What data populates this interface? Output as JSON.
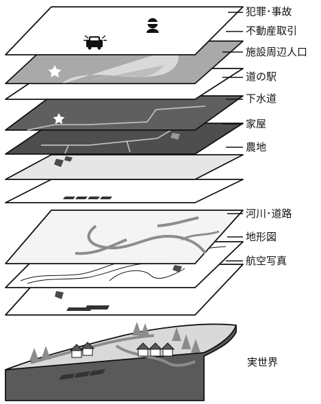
{
  "labels": {
    "crime": "犯罪･事故",
    "realestate": "不動産取引",
    "facility": "施設周辺人口",
    "roadside": "道の駅",
    "sewer": "下水道",
    "houses": "家屋",
    "farmland": "農地",
    "river": "河川･道路",
    "terrain": "地形図",
    "aerial": "航空写真",
    "real": "実世界"
  },
  "colors": {
    "white": "#ffffff",
    "light": "#e6e6e6",
    "mid": "#a9a9a9",
    "dark": "#5f5f5f",
    "darker": "#4e4e4e",
    "line": "#111111"
  }
}
